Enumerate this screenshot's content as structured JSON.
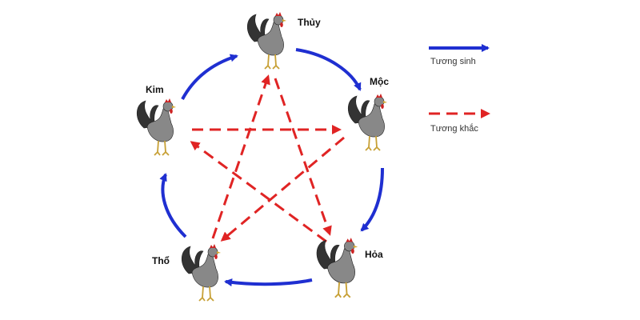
{
  "colors": {
    "generating": "#1f2fd1",
    "overcoming": "#e02424",
    "background": "#ffffff"
  },
  "elements": {
    "thuy": {
      "name": "Thủy",
      "color": "#3a2a1c",
      "tail": "#1a120c",
      "comb": "#cc2222"
    },
    "moc": {
      "name": "Mộc",
      "color": "#8a8e9a",
      "tail": "#3c4352",
      "comb": "#cc2222"
    },
    "hoa": {
      "name": "Hỏa",
      "color": "#7a1a14",
      "tail": "#3a0e0a",
      "comb": "#cc2222"
    },
    "tho": {
      "name": "Thổ",
      "color": "#c9be52",
      "tail": "#3a3a3a",
      "comb": "#cc2222"
    },
    "kim": {
      "name": "Kim",
      "color": "#d8d8d8",
      "tail": "#a9a9a9",
      "comb": "#cc6666"
    }
  },
  "legend": {
    "generating_label": "Tương sinh",
    "overcoming_label": "Tương khắc"
  }
}
